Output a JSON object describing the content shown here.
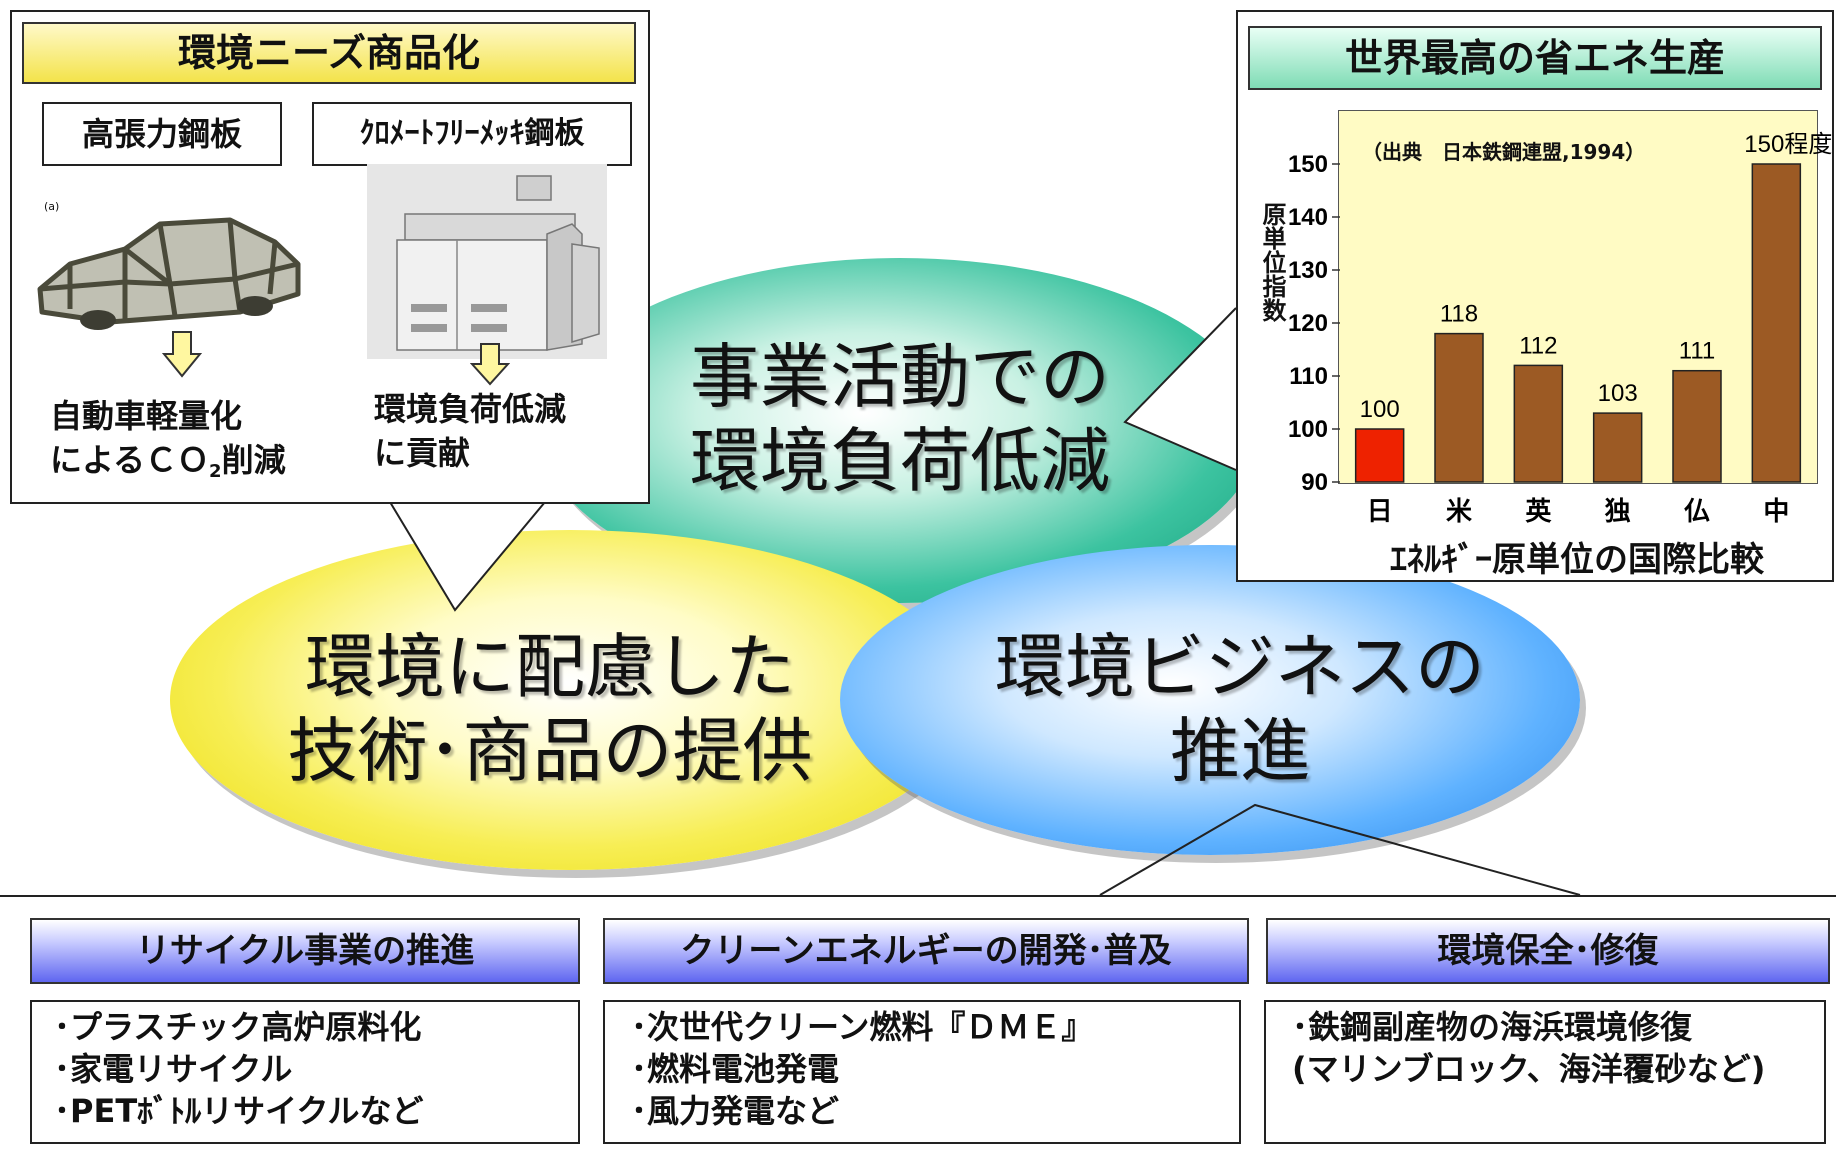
{
  "center": {
    "green_line1": "事業活動での",
    "green_line2": "環境負荷低減",
    "yellow_line1": "環境に配慮した",
    "yellow_line2": "技術･商品の提供",
    "blue_line1": "環境ビジネスの",
    "blue_line2": "推進"
  },
  "topleft": {
    "header": "環境ニーズ商品化",
    "item1_title": "高張力鋼板",
    "item2_title": "ｸﾛﾒｰﾄﾌﾘｰﾒｯｷ鋼板",
    "car_label": "(a)",
    "item1_result_line1": "自動車軽量化",
    "item1_result_line2_a": "によるＣＯ",
    "item1_result_line2_sub": "2",
    "item1_result_line2_b": "削減",
    "item2_result_line1": "環境負荷低減",
    "item2_result_line2": "に貢献"
  },
  "topright": {
    "header": "世界最高の省エネ生産",
    "source": "（出典　日本鉄鋼連盟,1994）",
    "ylabel": "原単位指数",
    "xtitle": "ｴﾈﾙｷﾞｰ原単位の国際比較",
    "bar6_label": "150程度"
  },
  "chart_data": {
    "type": "bar",
    "title": "世界最高の省エネ生産",
    "subtitle": "（出典　日本鉄鋼連盟,1994）",
    "xlabel": "ｴﾈﾙｷﾞｰ原単位の国際比較",
    "ylabel": "原単位指数",
    "categories": [
      "日",
      "米",
      "英",
      "独",
      "仏",
      "中"
    ],
    "values": [
      100,
      118,
      112,
      103,
      111,
      150
    ],
    "data_labels": [
      "100",
      "118",
      "112",
      "103",
      "111",
      "150程度"
    ],
    "yticks": [
      90,
      100,
      110,
      120,
      130,
      140,
      150
    ],
    "ylim": [
      90,
      157
    ],
    "colors": {
      "highlight": "#ee2200",
      "bar": "#9c5a24"
    },
    "grid": false
  },
  "bottom": {
    "col1": {
      "header": "リサイクル事業の推進",
      "items": [
        "･プラスチック高炉原料化",
        "･家電リサイクル",
        "･PETﾎﾞﾄﾙリサイクルなど"
      ]
    },
    "col2": {
      "header": "クリーンエネルギーの開発･普及",
      "items": [
        "･次世代クリーン燃料『ＤＭＥ』",
        "･燃料電池発電",
        "･風力発電など"
      ]
    },
    "col3": {
      "header": "環境保全･修復",
      "items": [
        "･鉄鋼副産物の海浜環境修復",
        "(マリンブロック、海洋覆砂など)"
      ]
    }
  }
}
